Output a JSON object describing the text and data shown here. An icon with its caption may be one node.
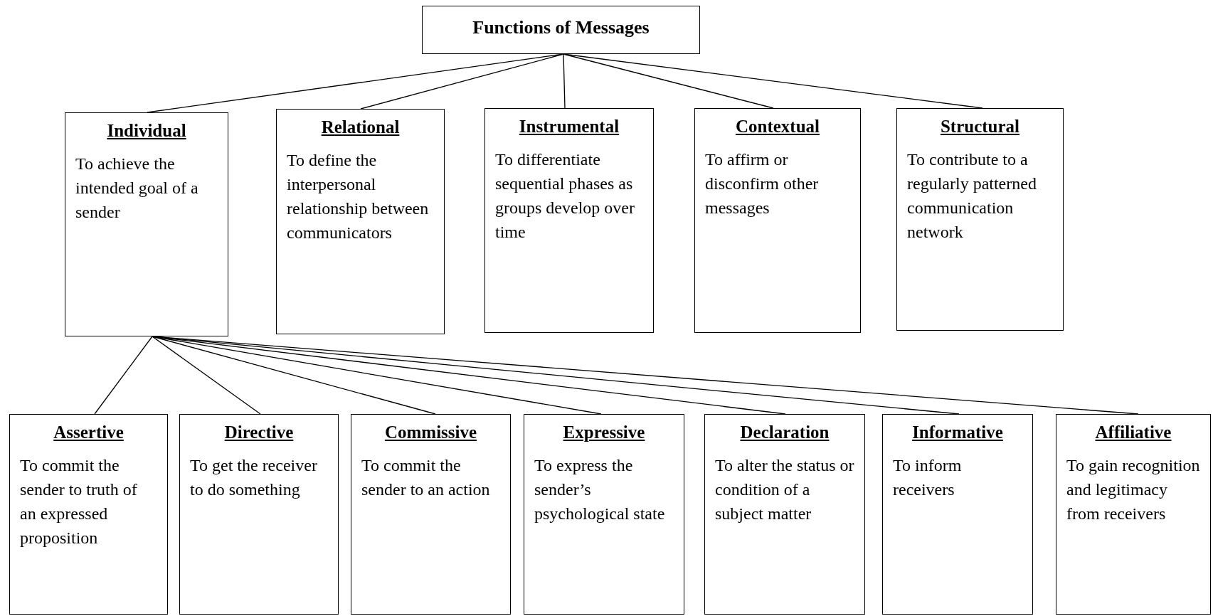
{
  "diagram": {
    "nodes": [
      {
        "text": [
          "Functions of Messages"
        ]
      },
      {
        "text": [
          "Individual",
          "To achieve the intended goal of a sender"
        ]
      },
      {
        "text": [
          "Relational",
          "To define the interpersonal relationship between communicators"
        ]
      },
      {
        "text": [
          "Instrumental",
          "To differentiate sequential phases as groups develop over time"
        ]
      },
      {
        "text": [
          "Contextual",
          "To affirm or disconfirm other messages"
        ]
      },
      {
        "text": [
          "Structural",
          "To contribute to a regularly patterned communication network"
        ]
      },
      {
        "text": [
          "Assertive",
          "To commit the sender to truth of an expressed proposition"
        ]
      },
      {
        "text": [
          "Directive",
          "To get the receiver to do something"
        ]
      },
      {
        "text": [
          "Commissive",
          "To commit the sender to an action"
        ]
      },
      {
        "text": [
          "Expressive",
          "To express the sender’s psychological state"
        ]
      },
      {
        "text": [
          "Declaration",
          "To alter the status or condition of a subject matter"
        ]
      },
      {
        "text": [
          "Informative",
          "To inform receivers"
        ]
      },
      {
        "text": [
          "Affiliative",
          "To gain recognition and legitimacy from receivers"
        ]
      }
    ],
    "edges": [
      {
        "from": 0,
        "to": 1,
        "arrow": "none"
      },
      {
        "from": 0,
        "to": 2,
        "arrow": "none"
      },
      {
        "from": 0,
        "to": 3,
        "arrow": "none"
      },
      {
        "from": 0,
        "to": 4,
        "arrow": "none"
      },
      {
        "from": 0,
        "to": 5,
        "arrow": "none"
      },
      {
        "from": 1,
        "to": 6,
        "arrow": "none"
      },
      {
        "from": 1,
        "to": 7,
        "arrow": "none"
      },
      {
        "from": 1,
        "to": 8,
        "arrow": "none"
      },
      {
        "from": 1,
        "to": 9,
        "arrow": "none"
      },
      {
        "from": 1,
        "to": 10,
        "arrow": "none"
      },
      {
        "from": 1,
        "to": 11,
        "arrow": "none"
      },
      {
        "from": 1,
        "to": 12,
        "arrow": "none"
      }
    ]
  }
}
